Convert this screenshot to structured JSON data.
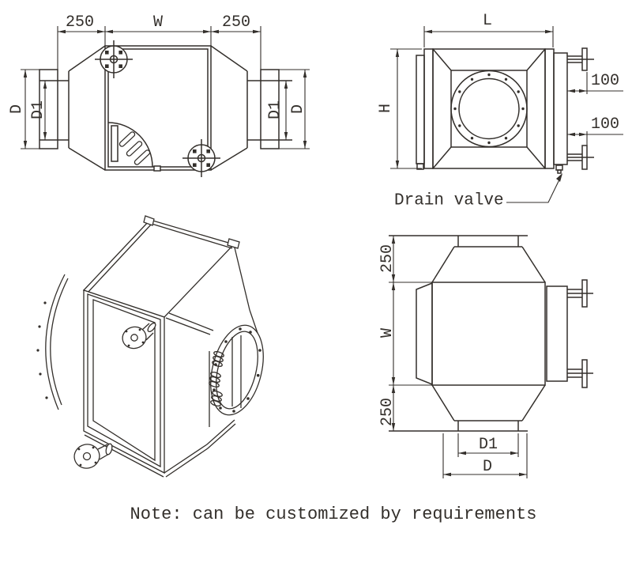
{
  "ink_color": "#332f2b",
  "background_color": "#ffffff",
  "side_view": {
    "dim_250_left": "250",
    "dim_w": "W",
    "dim_250_right": "250",
    "dim_d_left": "D",
    "dim_d1_left": "D1",
    "dim_d1_right": "D1",
    "dim_d_right": "D"
  },
  "end_view": {
    "dim_l": "L",
    "dim_h": "H",
    "dim_100_top": "100",
    "dim_100_bottom": "100",
    "drain_valve_label": "Drain valve"
  },
  "top_view": {
    "dim_250_top": "250",
    "dim_w": "W",
    "dim_250_bottom": "250",
    "dim_d1": "D1",
    "dim_d": "D"
  },
  "note": "Note: can be customized by requirements"
}
